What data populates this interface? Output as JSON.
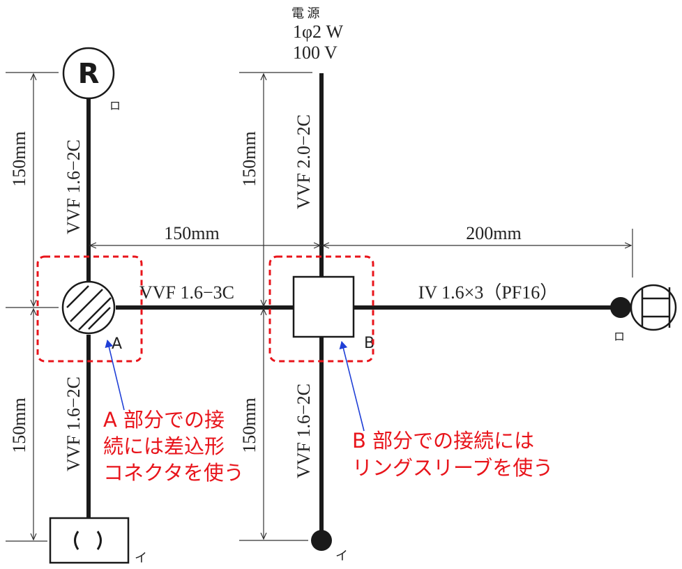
{
  "power_source": {
    "title": "電 源",
    "phase": "1φ2 W",
    "voltage": "100 V"
  },
  "dimensions": {
    "left_upper": "150mm",
    "left_lower": "150mm",
    "center_upper": "150mm",
    "center_lower": "150mm",
    "horizontal_left": "150mm",
    "horizontal_right": "200mm"
  },
  "cables": {
    "left_upper": "VVF 1.6−2C",
    "left_lower": "VVF 1.6−2C",
    "center_upper": "VVF 2.0−2C",
    "center_lower": "VVF 1.6−2C",
    "horizontal_left": "VVF 1.6−3C",
    "horizontal_right": "IV 1.6×3（PF16）"
  },
  "symbols": {
    "receptacle_letter": "R",
    "receptacle_marker": "ロ",
    "light_left_marker": "イ",
    "light_center_marker": "イ",
    "outlet_right_marker": "ロ",
    "box_a_label": "A",
    "box_b_label": "B"
  },
  "annotations": {
    "note_a": [
      "A 部分での接",
      "続には差込形",
      "コネクタを使う"
    ],
    "note_b": [
      "B 部分での接続には",
      "リングスリーブを使う"
    ]
  },
  "colors": {
    "note_text": "#e8141b",
    "highlight_box": "#e8141b",
    "leader_arrow": "#1f3fd6"
  }
}
